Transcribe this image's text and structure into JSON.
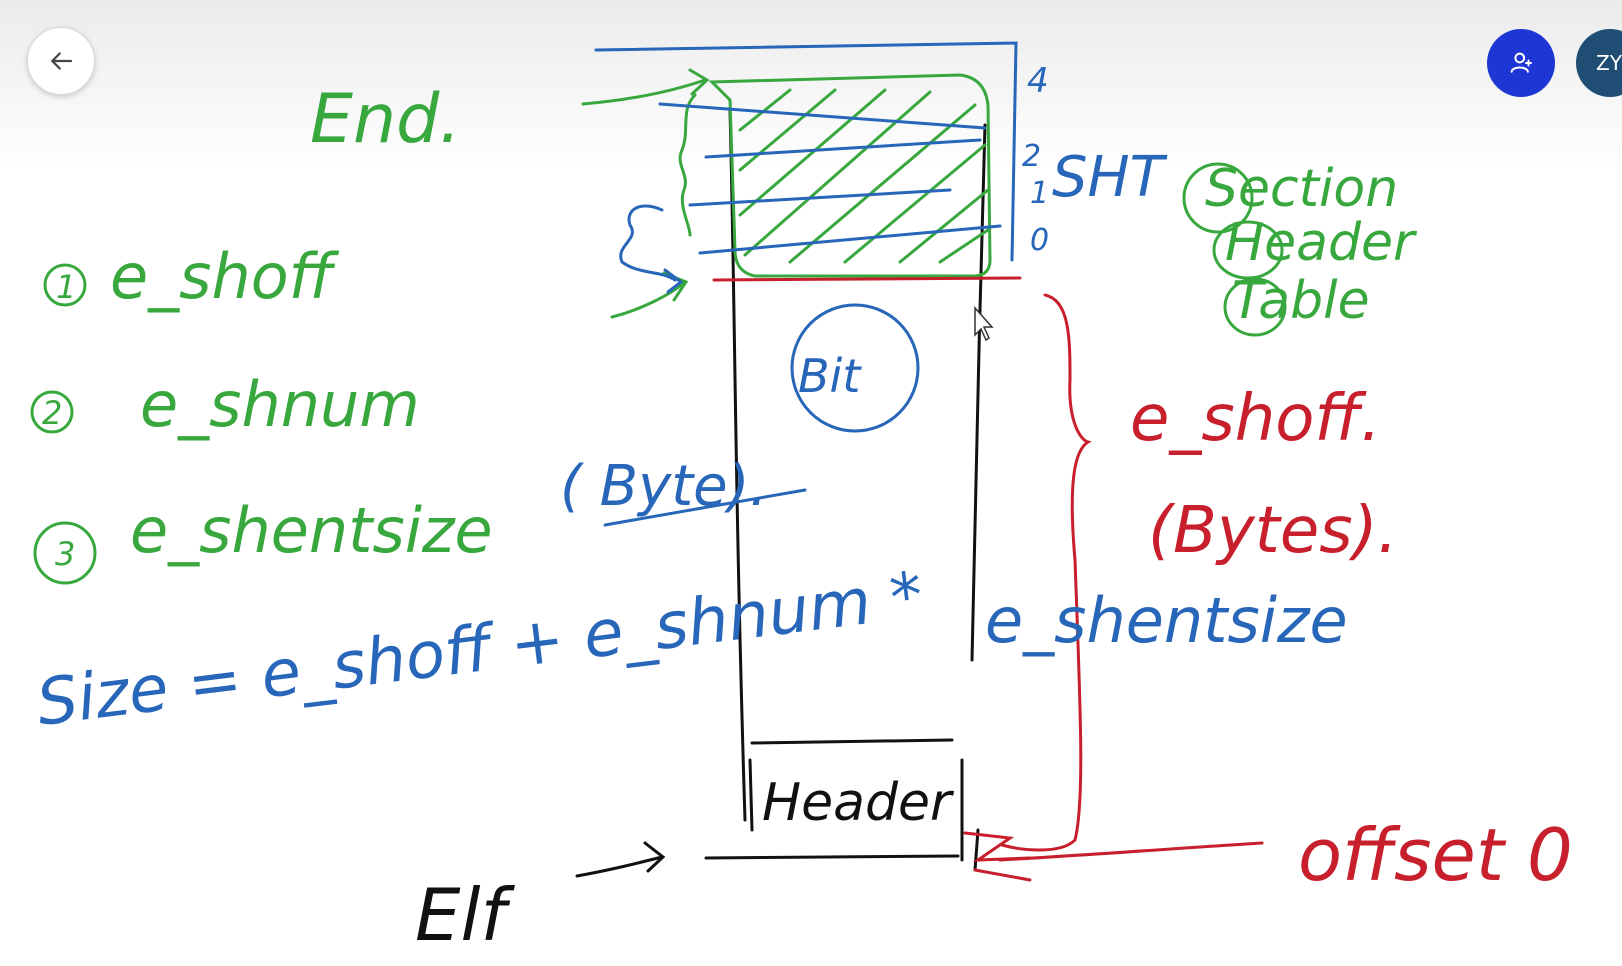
{
  "toolbar": {
    "back_icon": "arrow-left-icon",
    "participants_icon": "person-add-icon",
    "avatar_initials": "ZY"
  },
  "colors": {
    "green": "#38a83e",
    "blue": "#2766b8",
    "red": "#c81f2d",
    "black": "#111111",
    "participants_bg": "#1d36d4",
    "avatar_bg": "#1f4d73"
  },
  "whiteboard": {
    "end_label": "End.",
    "list": [
      {
        "num": "1",
        "text": "e_shoff"
      },
      {
        "num": "2",
        "text": "e_shnum"
      },
      {
        "num": "3",
        "text": "e_shentsize"
      }
    ],
    "byte_note": "( Byte).",
    "formula_left": "Size = e_shoff + e_shnum *",
    "formula_right": "e_shentsize",
    "bit_label": "Bit",
    "sht_indices": [
      "4",
      "2",
      "1",
      "0"
    ],
    "sht_label": "SHT",
    "sht_expansion": [
      "Section",
      "Header",
      "Table"
    ],
    "eshoff_label": "e_shoff.",
    "bytes_label": "(Bytes).",
    "header_label": "Header",
    "elf_label": "Elf",
    "offset_label": "offset 0"
  }
}
